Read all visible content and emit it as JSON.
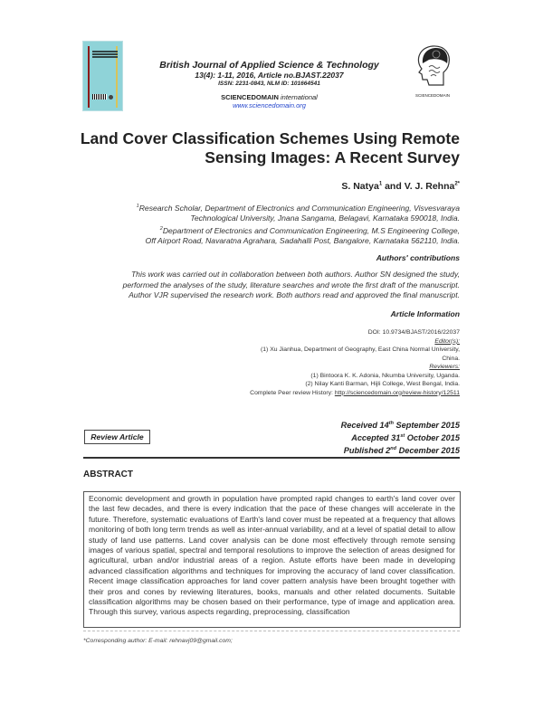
{
  "journal": {
    "name": "British Journal of Applied Science & Technology",
    "citation": "13(4): 1-11, 2016, Article no.BJAST.22037",
    "issn": "ISSN: 2231-0843, NLM ID: 101664541",
    "publisher_bold": "SCIENCEDOMAIN",
    "publisher_italic": "international",
    "url": "www.sciencedomain.org",
    "logo_caption": "SCIENCEDOMAIN"
  },
  "paper": {
    "title_line1": "Land Cover Classification Schemes Using Remote",
    "title_line2": "Sensing Images: A Recent Survey",
    "author1": "S. Natya",
    "author1_sup": "1",
    "author_join": " and ",
    "author2": "V. J. Rehna",
    "author2_sup": "2*",
    "affiliations": [
      {
        "sup": "1",
        "line1": "Research Scholar, Department of Electronics and Communication Engineering, Visvesvaraya",
        "line2": "Technological University, Jnana Sangama, Belagavi, Karnataka 590018, India."
      },
      {
        "sup": "2",
        "line1": "Department of Electronics and Communication Engineering, M.S Engineering College,",
        "line2": "Off Airport Road, Navaratna Agrahara, Sadahalli Post, Bangalore, Karnataka 562110, India."
      }
    ]
  },
  "contributions": {
    "heading": "Authors' contributions",
    "lines": [
      "This work was carried out in collaboration between both authors. Author SN designed the study,",
      "performed the analyses of the study, literature searches and wrote the first draft of the manuscript.",
      "Author VJR supervised the research work. Both authors read and approved the final manuscript."
    ]
  },
  "article_info": {
    "heading": "Article Information",
    "doi": "DOI: 10.9734/BJAST/2016/22037",
    "editors_label": "Editor(s):",
    "editors": [
      "(1) Xu Jianhua, Department of Geography, East China Normal University,",
      "China."
    ],
    "reviewers_label": "Reviewers:",
    "reviewers": [
      "(1) Bintoora K. K. Adonia, Nkumba University, Uganda.",
      "(2) Nilay  Kanti Barman, Hijli College, West Bengal, India."
    ],
    "history_label": "Complete Peer review History: ",
    "history_link": "http://sciencedomain.org/review-history/12511"
  },
  "article_type": "Review Article",
  "dates": [
    {
      "prefix": "Received 14",
      "sup": "th",
      "suffix": " September 2015"
    },
    {
      "prefix": "Accepted 31",
      "sup": "st",
      "suffix": " October 2015"
    },
    {
      "prefix": "Published 2",
      "sup": "nd",
      "suffix": " December 2015"
    }
  ],
  "abstract": {
    "heading": "ABSTRACT",
    "text": "Economic development and growth in population have prompted rapid changes to earth's land cover over the last few decades, and there is every indication that the pace of these changes will accelerate in the future. Therefore, systematic evaluations of Earth's land cover must be repeated at a frequency that allows monitoring of both long term trends as well as inter-annual variability, and at a level of spatial detail to allow study of land use patterns. Land cover analysis can be done most effectively through remote sensing images of various spatial, spectral and temporal resolutions to improve the selection of areas designed for agricultural, urban and/or industrial areas of a region. Astute efforts have been made in developing advanced classification algorithms and techniques for improving the accuracy of land cover classification. Recent image classification approaches for land cover pattern analysis have been brought together with their pros and cones by reviewing literatures, books, manuals and other related documents. Suitable classification algorithms may be chosen based on their performance, type of image and application area. Through this survey, various aspects regarding, preprocessing, classification"
  },
  "footnote": "*Corresponding author: E-mail: rehnavj09@gmail.com;"
}
